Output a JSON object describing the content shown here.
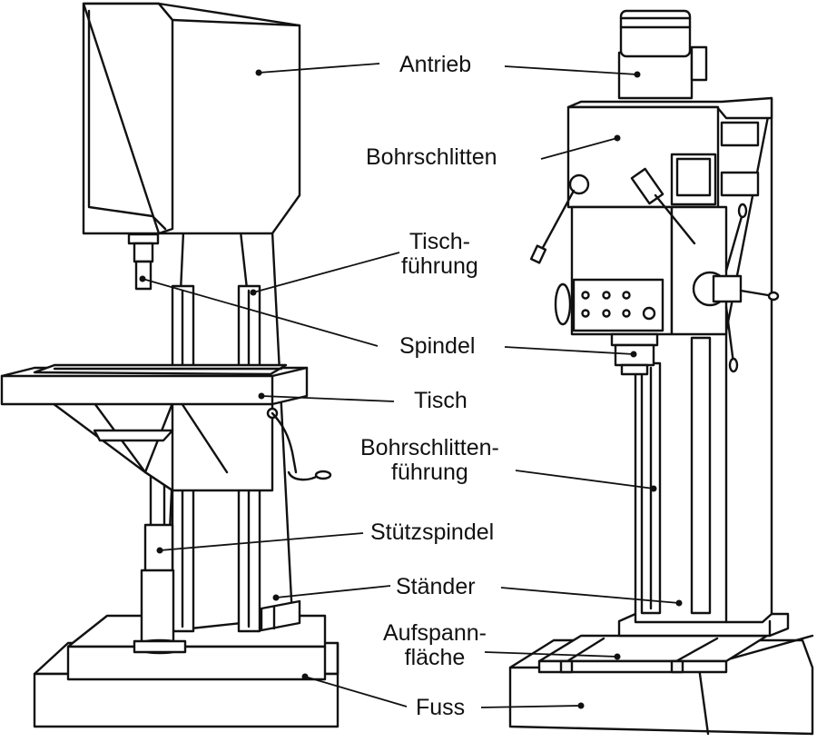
{
  "labels": {
    "antrieb": "Antrieb",
    "bohrschlitten": "Bohrschlitten",
    "tischfuehrung_1": "Tisch-",
    "tischfuehrung_2": "führung",
    "spindel": "Spindel",
    "tisch": "Tisch",
    "bohrschlittenfuehrung_1": "Bohrschlitten-",
    "bohrschlittenfuehrung_2": "führung",
    "stuetzspindel": "Stützspindel",
    "staender": "Ständer",
    "aufspannflaeche_1": "Aufspann-",
    "aufspannflaeche_2": "fläche",
    "fuss": "Fuss"
  },
  "colors": {
    "line": "#111111",
    "fill": "#ffffff",
    "panel": "#f6f6f6"
  }
}
